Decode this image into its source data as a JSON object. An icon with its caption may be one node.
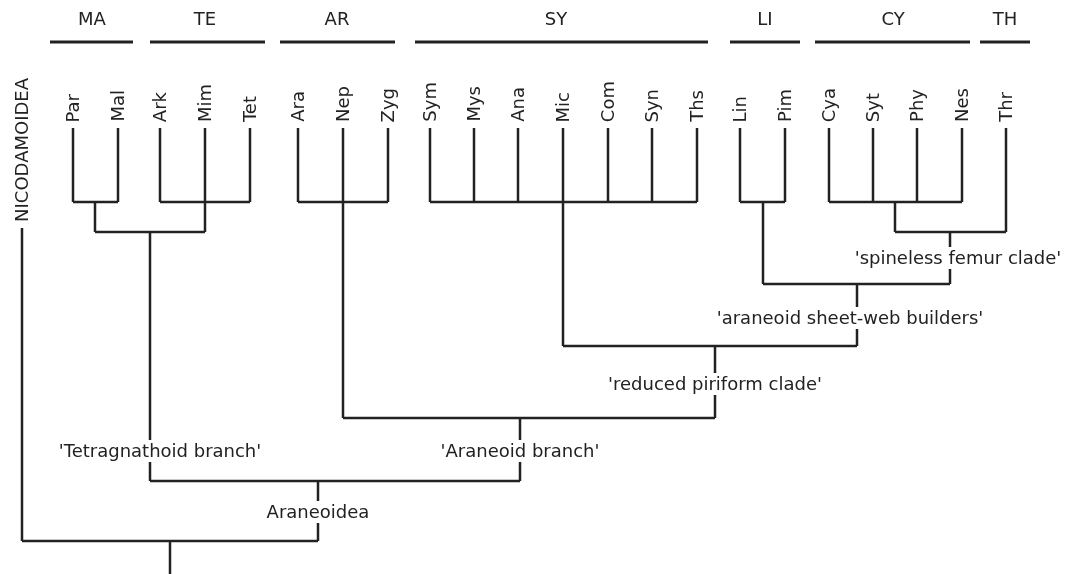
{
  "diagram": {
    "nodes": [
      {
        "text": [
          "NICODAMOIDEA"
        ]
      },
      {
        "text": [
          "Par"
        ]
      },
      {
        "text": [
          "Mal"
        ]
      },
      {
        "text": [
          "Ark"
        ]
      },
      {
        "text": [
          "Mim"
        ]
      },
      {
        "text": [
          "Tet"
        ]
      },
      {
        "text": [
          "Ara"
        ]
      },
      {
        "text": [
          "Nep"
        ]
      },
      {
        "text": [
          "Zyg"
        ]
      },
      {
        "text": [
          "Sym"
        ]
      },
      {
        "text": [
          "Mys"
        ]
      },
      {
        "text": [
          "Ana"
        ]
      },
      {
        "text": [
          "Mic"
        ]
      },
      {
        "text": [
          "Com"
        ]
      },
      {
        "text": [
          "Syn"
        ]
      },
      {
        "text": [
          "Ths"
        ]
      },
      {
        "text": [
          "Lin"
        ]
      },
      {
        "text": [
          "Pim"
        ]
      },
      {
        "text": [
          "Cya"
        ]
      },
      {
        "text": [
          "Syt"
        ]
      },
      {
        "text": [
          "Phy"
        ]
      },
      {
        "text": [
          "Nes"
        ]
      },
      {
        "text": [
          "Thr"
        ]
      }
    ],
    "edges": [],
    "labels": [
      "MA",
      "TE",
      "AR",
      "SY",
      "LI",
      "CY",
      "TH",
      "'spineless femur clade'",
      "'araneoid sheet-web builders'",
      "'reduced piriform clade'",
      "'Tetragnathoid branch'",
      "'Araneoid branch'",
      "Araneoidea"
    ]
  }
}
